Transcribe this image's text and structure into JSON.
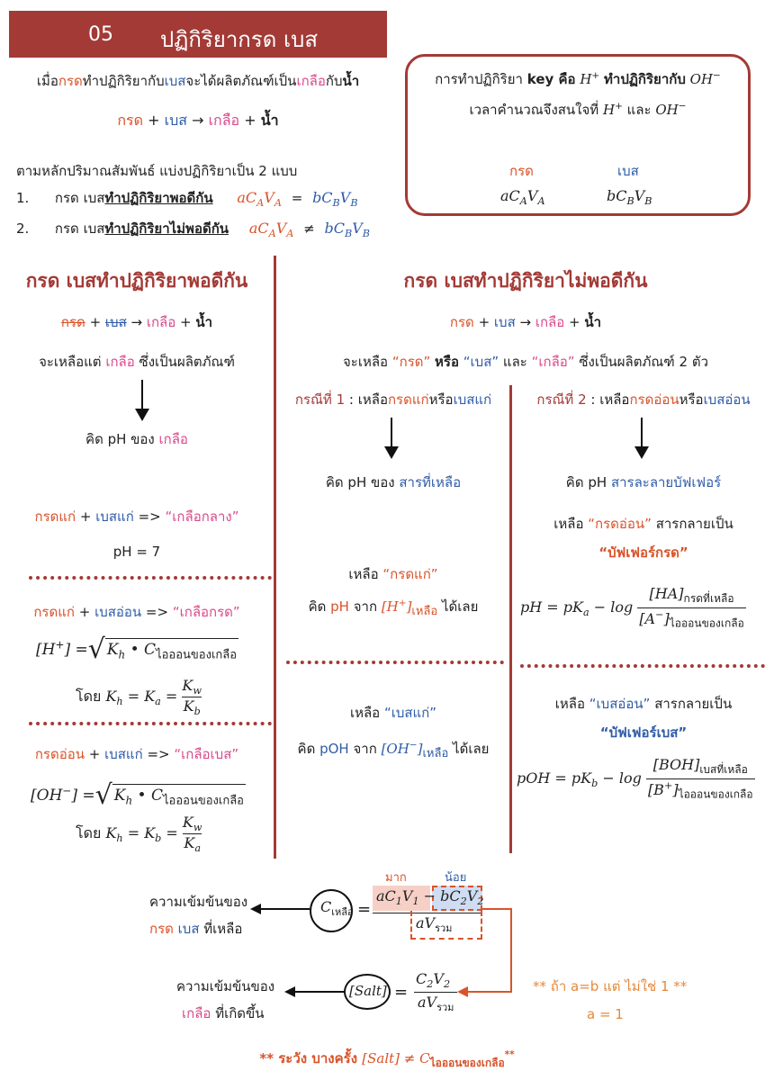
{
  "header": {
    "number": "05",
    "title": "ปฏิกิริยากรด เบส"
  },
  "intro": {
    "p1": "เมื่อ",
    "acid": "กรด",
    "p2": "ทำปฏิกิริยากับ",
    "base": "เบส",
    "p3": "จะได้ผลิตภัณฑ์เป็น",
    "salt": "เกลือ",
    "p4": "กับ",
    "water": "น้ำ",
    "eq_acid": "กรด",
    "eq_base": "เบส",
    "eq_salt": "เกลือ",
    "eq_water": "น้ำ",
    "types_heading": "ตามหลักปริมาณสัมพันธ์ แบ่งปฏิกิริยาเป็น 2 แบบ",
    "item1_num": "1.",
    "item1_text": "กรด เบส",
    "item1_bold": "ทำปฏิกิริยาพอดีกัน",
    "item2_num": "2.",
    "item2_text": "กรด เบส",
    "item2_bold": "ทำปฏิกิริยาไม่พอดีกัน"
  },
  "keybox": {
    "line1_a": "การทำปฏิกิริยา",
    "line1_key": "key คือ",
    "line1_b": "ทำปฏิกิริยากับ",
    "line2": "เวลาคำนวณจึงสนใจที่",
    "line2_and": "และ",
    "acid_label": "กรด",
    "base_label": "เบส"
  },
  "left": {
    "heading": "กรด เบสทำปฏิกิริยาพอดีกัน",
    "eq_acid": "กรด",
    "eq_base": "เบส",
    "eq_salt": "เกลือ",
    "eq_water": "น้ำ",
    "remain": "จะเหลือแต่",
    "remain_salt": "เกลือ",
    "remain_tail": "ซึ่งเป็นผลิตภัณฑ์",
    "calc": "คิด pH ของ",
    "calc_salt": "เกลือ",
    "c1_a": "กรดแก่",
    "c1_b": "เบสแก่",
    "c1_arrow": "=>",
    "c1_result": "“เกลือกลาง”",
    "ph7": "pH = 7",
    "c2_a": "กรดแก่",
    "c2_b": "เบสอ่อน",
    "c2_arrow": "=>",
    "c2_result": "“เกลือกรด”",
    "c2_sub": "ไอออนของเกลือ",
    "by": "โดย",
    "c3_a": "กรดอ่อน",
    "c3_b": "เบสแก่",
    "c3_arrow": "=>",
    "c3_result": "“เกลือเบส”",
    "c3_sub": "ไอออนของเกลือ"
  },
  "right": {
    "heading": "กรด เบสทำปฏิกิริยาไม่พอดีกัน",
    "eq_acid": "กรด",
    "eq_base": "เบส",
    "eq_salt": "เกลือ",
    "eq_water": "น้ำ",
    "remain_a": "จะเหลือ",
    "remain_acid": "“กรด”",
    "remain_or": "หรือ",
    "remain_base": "“เบส”",
    "remain_and": "และ",
    "remain_salt": "“เกลือ”",
    "remain_tail": "ซึ่งเป็นผลิตภัณฑ์ 2 ตัว",
    "case1_a": "กรณีที่ 1",
    "case1_b": ": เหลือ",
    "case1_acid": "กรดแก่",
    "case1_or": "หรือ",
    "case1_base": "เบสแก่",
    "case2_a": "กรณีที่ 2",
    "case2_b": ": เหลือ",
    "case2_acid": "กรดอ่อน",
    "case2_or": "หรือ",
    "case2_base": "เบสอ่อน",
    "case1_calc": "คิด pH ของ",
    "case1_calc_hl": "สารที่เหลือ",
    "case2_calc": "คิด pH",
    "case2_calc_hl": "สารละลายบัฟเฟอร์",
    "sa_left": "เหลือ",
    "sa_name": "“กรดแก่”",
    "sa_calc": "คิด",
    "sa_ph": "pH",
    "sa_from": "จาก",
    "sa_sub": "เหลือ",
    "sa_done": "ได้เลย",
    "sb_left": "เหลือ",
    "sb_name": "“เบสแก่”",
    "sb_calc": "คิด",
    "sb_poh": "pOH",
    "sb_from": "จาก",
    "sb_sub": "เหลือ",
    "sb_done": "ได้เลย",
    "wa_left": "เหลือ",
    "wa_name": "“กรดอ่อน”",
    "wa_tail": "สารกลายเป็น",
    "wa_buffer": "“บัฟเฟอร์กรด”",
    "wa_top_sub": "กรดที่เหลือ",
    "wa_bot_sub": "ไอออนของเกลือ",
    "wb_left": "เหลือ",
    "wb_name": "“เบสอ่อน”",
    "wb_tail": "สารกลายเป็น",
    "wb_buffer": "“บัฟเฟอร์เบส”",
    "wb_top_sub": "เบสที่เหลือ",
    "wb_bot_sub": "ไอออนของเกลือ"
  },
  "bottom": {
    "conc_label": "ความเข้มข้นของ",
    "conc_acid": "กรด",
    "conc_base": "เบส",
    "conc_tail": "ที่เหลือ",
    "circle_sub": "เหลือ",
    "more": "มาก",
    "less": "น้อย",
    "vol_sub": "รวม",
    "salt_label": "ความเข้มข้นของ",
    "salt_name": "เกลือ",
    "salt_tail": "ที่เกิดขึ้น",
    "note1": "** ถ้า a=b แต่ ไม่ใช่ 1 **",
    "note2": "a = 1",
    "warn_a": "** ระวัง บางครั้ง",
    "warn_sub": "ไอออนของเกลือ",
    "warn_b": "**"
  },
  "colors": {
    "brick": "#a33a36",
    "acid": "#d9532a",
    "base": "#2f5ca8",
    "salt": "#d94a8c"
  }
}
